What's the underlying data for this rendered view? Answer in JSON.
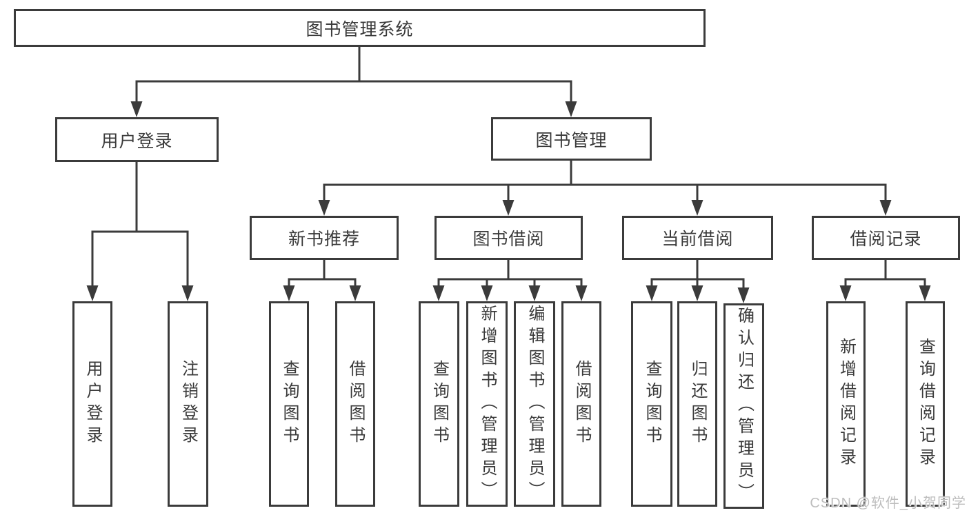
{
  "diagram": {
    "root": "图书管理系统",
    "branches": [
      "用户登录",
      "图书管理"
    ],
    "modules": [
      "新书推荐",
      "图书借阅",
      "当前借阅",
      "借阅记录"
    ],
    "leaves": {
      "login": [
        "用户登录",
        "注销登录"
      ],
      "recommend": [
        "查询图书",
        "借阅图书"
      ],
      "borrow": [
        "查询图书",
        "新增图书（管理员）",
        "编辑图书（管理员）",
        "借阅图书"
      ],
      "current": [
        "查询图书",
        "归还图书",
        "确认归还（管理员）"
      ],
      "record": [
        "新增借阅记录",
        "查询借阅记录"
      ]
    }
  },
  "watermark": "CSDN @软件_小贺同学",
  "colors": {
    "line": "#3b3b3b",
    "box_border": "#3b3b3b",
    "text": "#3a3a3a",
    "watermark_text": "#bdbdbd",
    "background": "#ffffff"
  }
}
